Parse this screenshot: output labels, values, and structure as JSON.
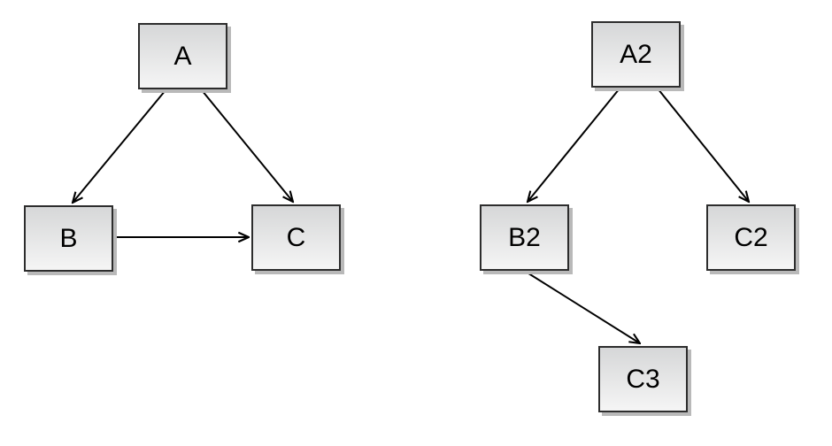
{
  "styles": {
    "node_fill_top": "#d6d7d8",
    "node_fill_bottom": "#f5f5f5",
    "node_border": "#2d2d2d",
    "node_shadow": "#b9b9b9",
    "edge_color": "#000000",
    "canvas_bg": "#ffffff",
    "label_color": "#000000"
  },
  "graphs": [
    {
      "name": "left-graph",
      "nodes": [
        {
          "id": "A",
          "label": "A"
        },
        {
          "id": "B",
          "label": "B"
        },
        {
          "id": "C",
          "label": "C"
        }
      ],
      "edges": [
        {
          "from": "A",
          "to": "B",
          "directed": true
        },
        {
          "from": "A",
          "to": "C",
          "directed": true
        },
        {
          "from": "B",
          "to": "C",
          "directed": true
        }
      ]
    },
    {
      "name": "right-graph",
      "nodes": [
        {
          "id": "A2",
          "label": "A2"
        },
        {
          "id": "B2",
          "label": "B2"
        },
        {
          "id": "C2",
          "label": "C2"
        },
        {
          "id": "C3",
          "label": "C3"
        }
      ],
      "edges": [
        {
          "from": "A2",
          "to": "B2",
          "directed": true
        },
        {
          "from": "A2",
          "to": "C2",
          "directed": true
        },
        {
          "from": "B2",
          "to": "C3",
          "directed": true
        }
      ]
    }
  ]
}
